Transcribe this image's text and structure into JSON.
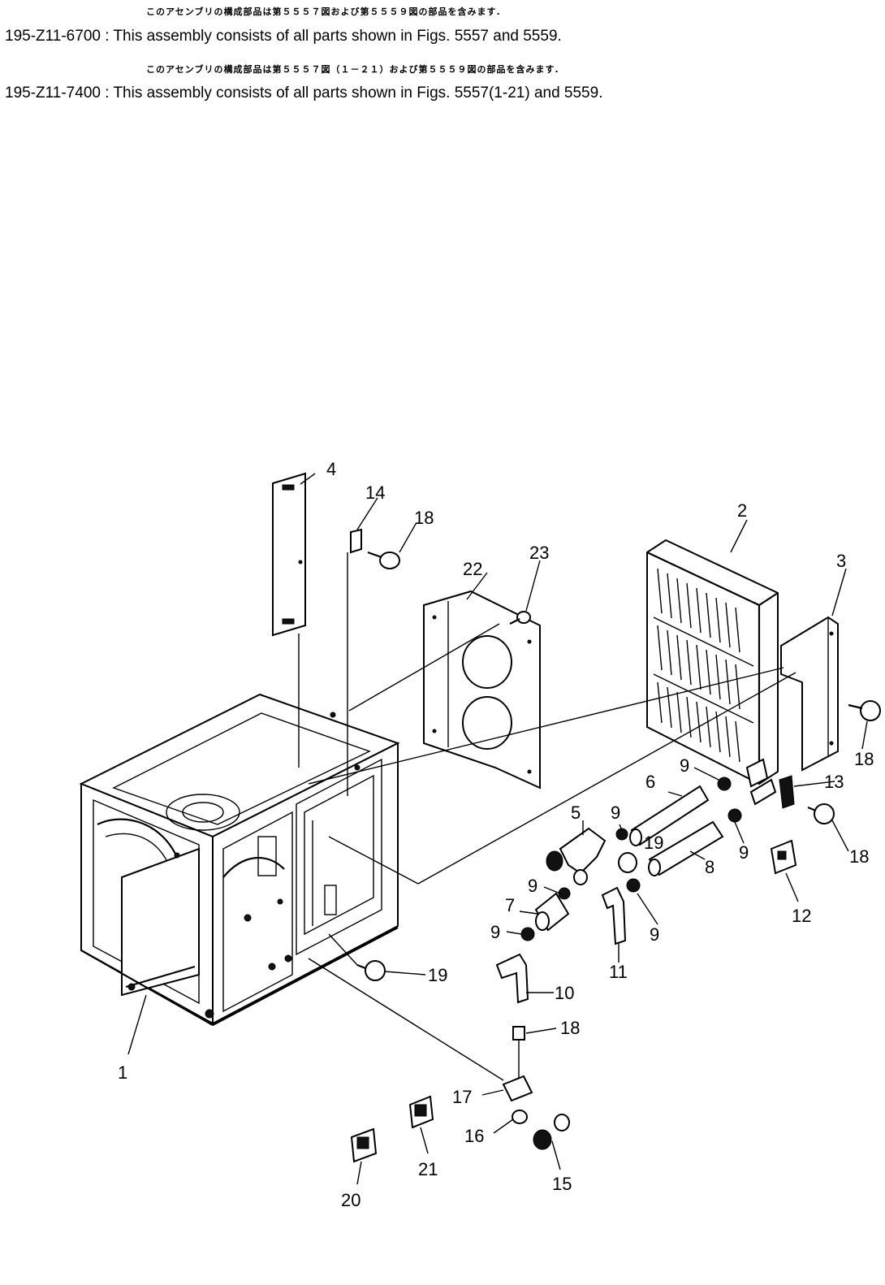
{
  "notes": [
    {
      "jp": "このアセンブリの構成部品は第５５５７図および第５５５９図の部品を含みます.",
      "part_number": "195-Z11-6700",
      "sep": ":",
      "en": "This assembly consists of all parts shown in Figs. 5557 and 5559."
    },
    {
      "jp": "このアセンブリの構成部品は第５５５７図（１－２１）および第５５５９図の部品を含みます.",
      "part_number": "195-Z11-7400",
      "sep": ":",
      "en": "This assembly consists of all parts shown in Figs. 5557(1-21) and 5559."
    }
  ],
  "callouts": {
    "c1": "1",
    "c2": "2",
    "c3": "3",
    "c4": "4",
    "c5": "5",
    "c6": "6",
    "c7": "7",
    "c8": "8",
    "c9a": "9",
    "c9b": "9",
    "c9c": "9",
    "c9d": "9",
    "c9e": "9",
    "c9f": "9",
    "c10": "10",
    "c11": "11",
    "c12": "12",
    "c13": "13",
    "c14": "14",
    "c15": "15",
    "c16": "16",
    "c17": "17",
    "c18a": "18",
    "c18b": "18",
    "c18c": "18",
    "c18d": "18",
    "c19a": "19",
    "c19b": "19",
    "c20": "20",
    "c21": "21",
    "c22": "22",
    "c23": "23"
  }
}
